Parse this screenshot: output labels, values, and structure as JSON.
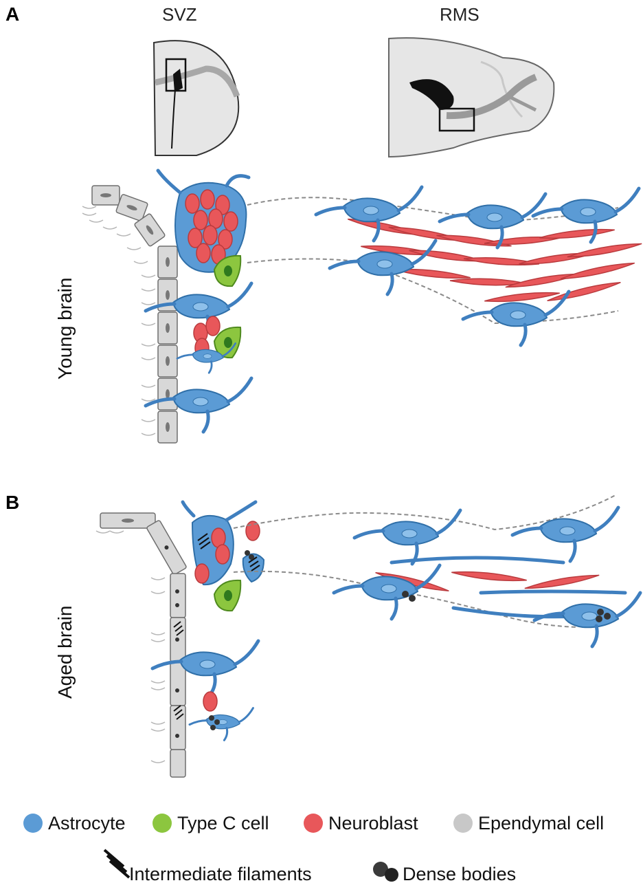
{
  "panels": {
    "a": {
      "letter": "A",
      "row_label": "Young brain"
    },
    "b": {
      "letter": "B",
      "row_label": "Aged brain"
    }
  },
  "regions": {
    "svz": "SVZ",
    "rms": "RMS"
  },
  "legend": {
    "items": [
      {
        "label": "Astrocyte",
        "color": "#5b9bd5"
      },
      {
        "label": "Type C cell",
        "color": "#8cc63f"
      },
      {
        "label": "Neuroblast",
        "color": "#e8575a"
      },
      {
        "label": "Ependymal cell",
        "color": "#c8c8c8"
      }
    ],
    "symbols": [
      {
        "label": "Intermediate filaments",
        "icon": "intermediate-filaments-icon"
      },
      {
        "label": "Dense bodies",
        "icon": "dense-bodies-icon"
      }
    ]
  }
}
